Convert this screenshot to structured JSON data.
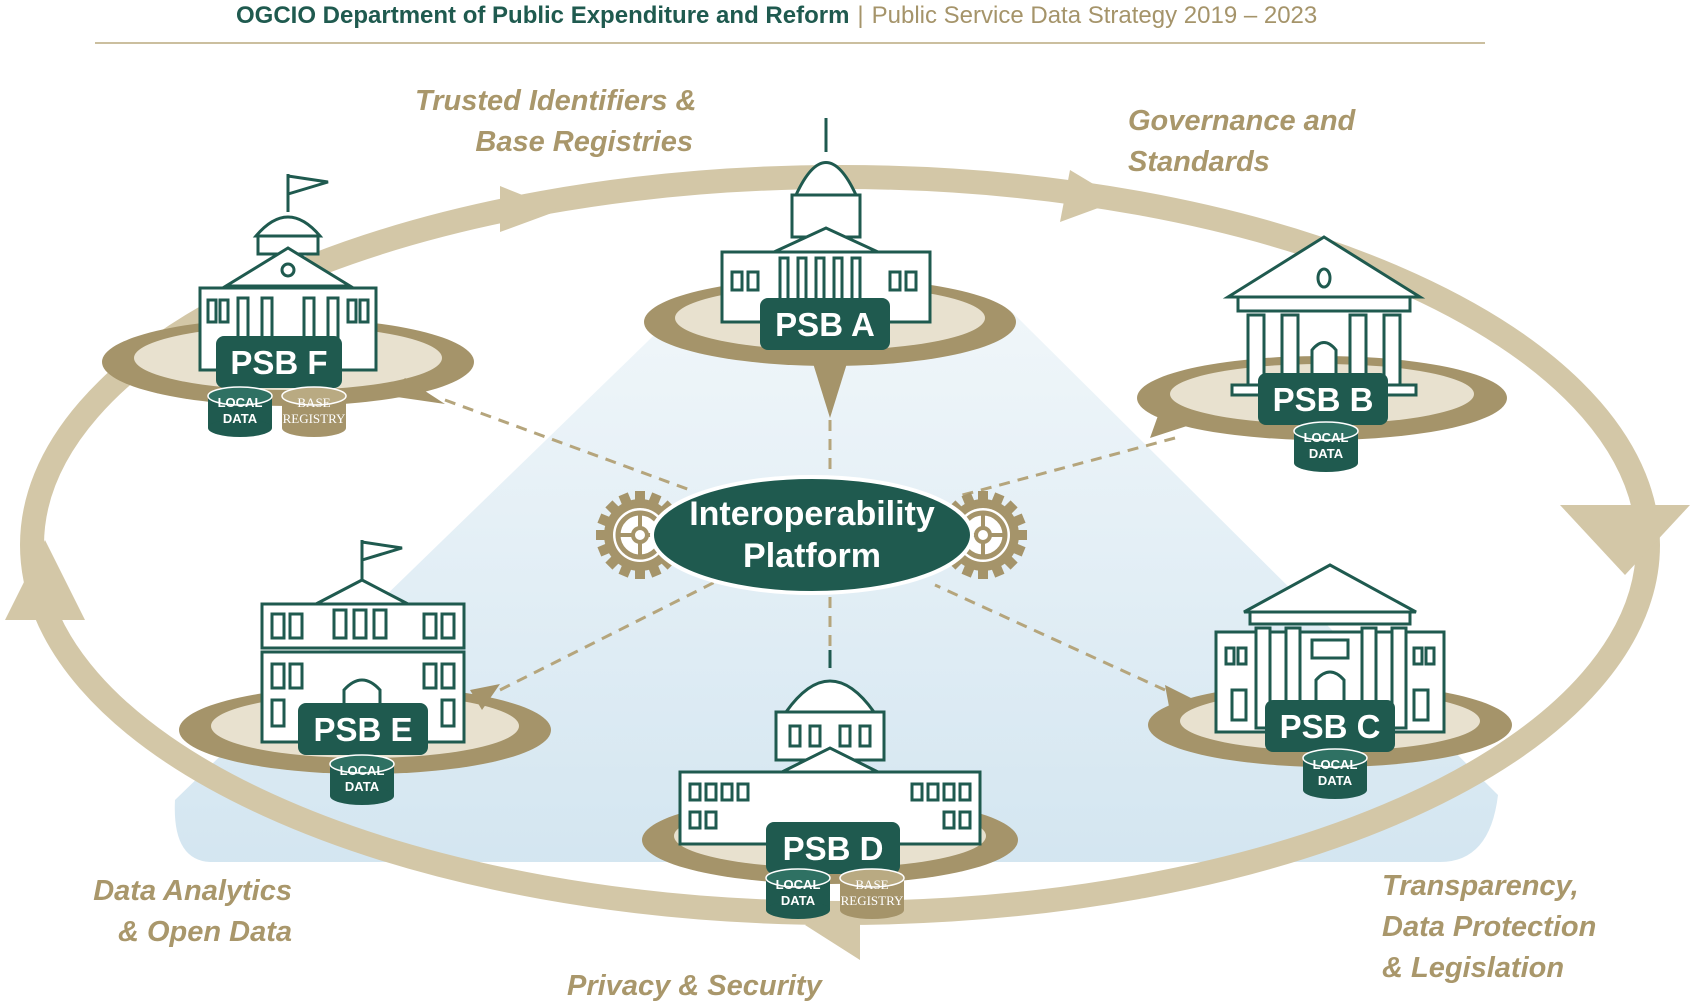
{
  "header": {
    "org": "OGCIO Department of Public Expenditure and Reform",
    "separator": "|",
    "strategy": "Public Service Data Strategy 2019 – 2023"
  },
  "hub": {
    "line1": "Interoperability",
    "line2": "Platform"
  },
  "themes": {
    "trusted": [
      "Trusted Identifiers &",
      "Base Registries"
    ],
    "governance": [
      "Governance and",
      "Standards"
    ],
    "transparency": [
      "Transparency,",
      "Data Protection",
      "& Legislation"
    ],
    "privacy": [
      "Privacy & Security"
    ],
    "analytics": [
      "Data Analytics",
      "& Open Data"
    ]
  },
  "psbs": {
    "a": "PSB A",
    "b": "PSB B",
    "c": "PSB C",
    "d": "PSB D",
    "e": "PSB E",
    "f": "PSB F"
  },
  "stores": {
    "local_line1": "LOCAL",
    "local_line2": "DATA",
    "base_line1": "BASE",
    "base_line2": "REGISTRY"
  },
  "colors": {
    "green": "#1f5a4f",
    "gold": "#a5946a",
    "ring": "#d3c7a7",
    "disc": "#e8e1cf",
    "light_blue": "#dcebf3"
  },
  "icons": [
    "flag-icon",
    "dome-icon",
    "gear-icon",
    "database-icon",
    "arrow-icon"
  ]
}
